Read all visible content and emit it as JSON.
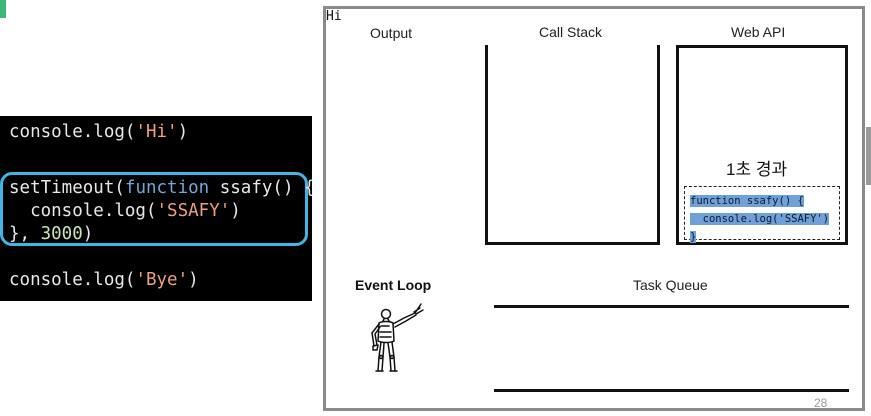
{
  "code": {
    "lines": [
      [
        {
          "t": "console.log(",
          "c": "plain"
        },
        {
          "t": "'Hi'",
          "c": "str"
        },
        {
          "t": ")",
          "c": "plain"
        }
      ],
      [],
      [
        {
          "t": "setTimeout(",
          "c": "plain"
        },
        {
          "t": "function",
          "c": "kw"
        },
        {
          "t": " ssafy() {",
          "c": "plain"
        }
      ],
      [
        {
          "t": "  console.log(",
          "c": "plain"
        },
        {
          "t": "'SSAFY'",
          "c": "str"
        },
        {
          "t": ")",
          "c": "plain"
        }
      ],
      [
        {
          "t": "}, ",
          "c": "plain"
        },
        {
          "t": "3000",
          "c": "num"
        },
        {
          "t": ")",
          "c": "plain"
        }
      ],
      [],
      [
        {
          "t": "console.log(",
          "c": "plain"
        },
        {
          "t": "'Bye'",
          "c": "str"
        },
        {
          "t": ")",
          "c": "plain"
        }
      ]
    ]
  },
  "diagram": {
    "output_label": "Output",
    "output_values": [
      "Hi"
    ],
    "call_stack_label": "Call Stack",
    "web_api_label": "Web API",
    "elapsed_text": "1초 경과",
    "task_code_lines": [
      "function ssafy() {",
      "  console.log('SSAFY')",
      "}"
    ],
    "event_loop_label": "Event Loop",
    "task_queue_label": "Task Queue",
    "page_number": "28"
  },
  "colors": {
    "highlight_border": "#3fb6e6",
    "task_code_highlight": "#6fa0d8",
    "accent_mark": "#3cb878"
  },
  "icons": {
    "event_loop_figure": "pointing-figure-icon"
  }
}
